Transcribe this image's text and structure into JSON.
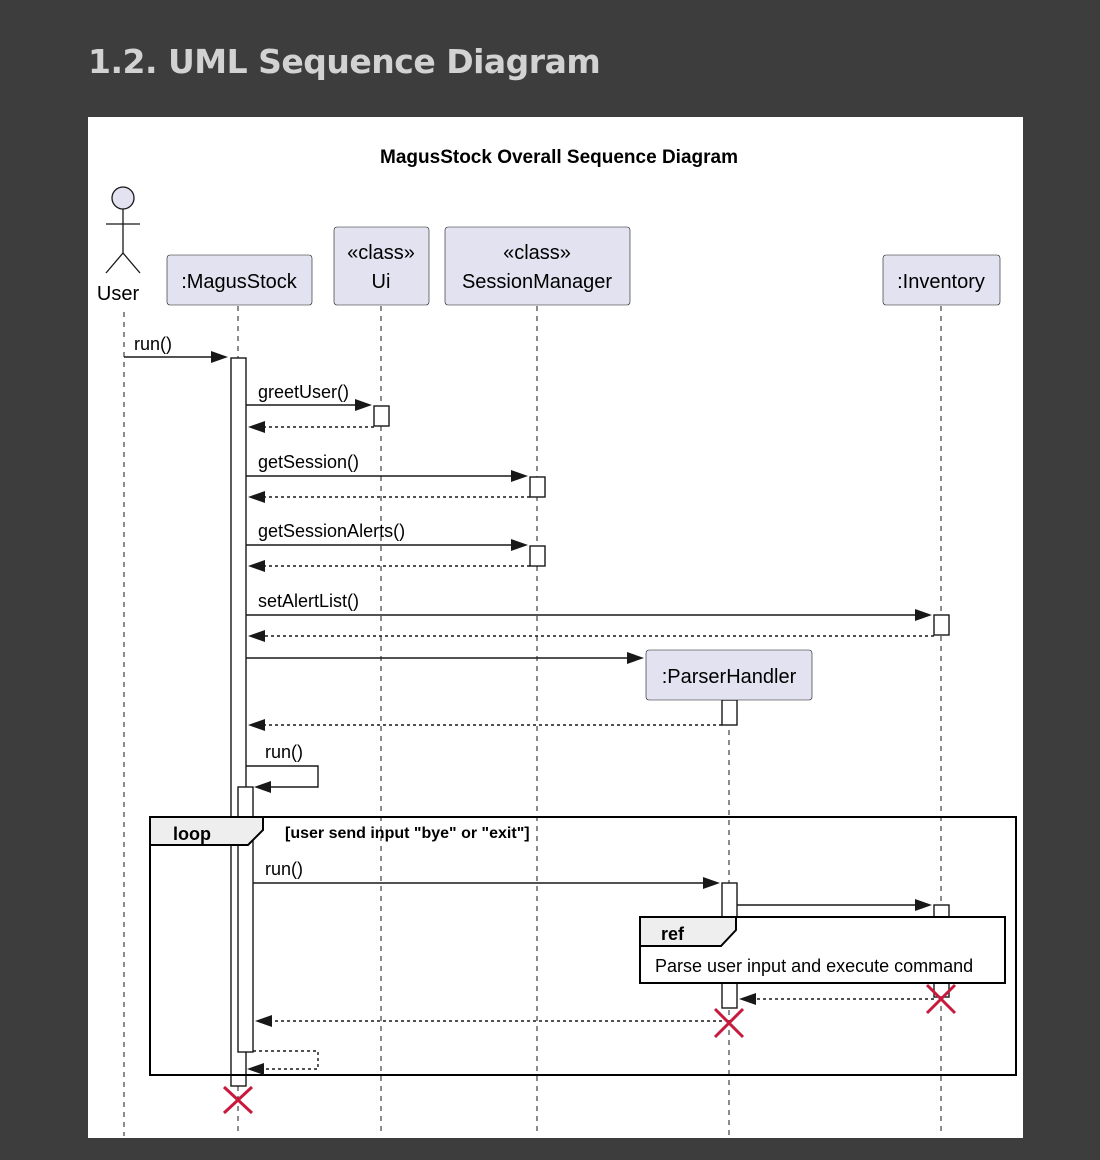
{
  "heading": "1.2. UML Sequence Diagram",
  "diagram": {
    "title": "MagusStock Overall Sequence Diagram",
    "participants": {
      "user": "User",
      "magus": ":MagusStock",
      "ui_stereotype": "«class»",
      "ui": "Ui",
      "session_stereotype": "«class»",
      "session": "SessionManager",
      "inventory": ":Inventory",
      "parser": ":ParserHandler"
    },
    "messages": {
      "run": "run()",
      "greet": "greetUser()",
      "get_session": "getSession()",
      "get_alerts": "getSessionAlerts()",
      "set_alerts": "setAlertList()",
      "self_run": "run()",
      "loop_run": "run()"
    },
    "loop": {
      "label": "loop",
      "guard": "[user send input \"bye\" or \"exit\"]"
    },
    "ref": {
      "label": "ref",
      "text": "Parse user input and execute command"
    },
    "colors": {
      "participant_fill": "#e2e2f0",
      "destroy": "#c71a3d",
      "page_background": "#3d3d3d"
    }
  }
}
